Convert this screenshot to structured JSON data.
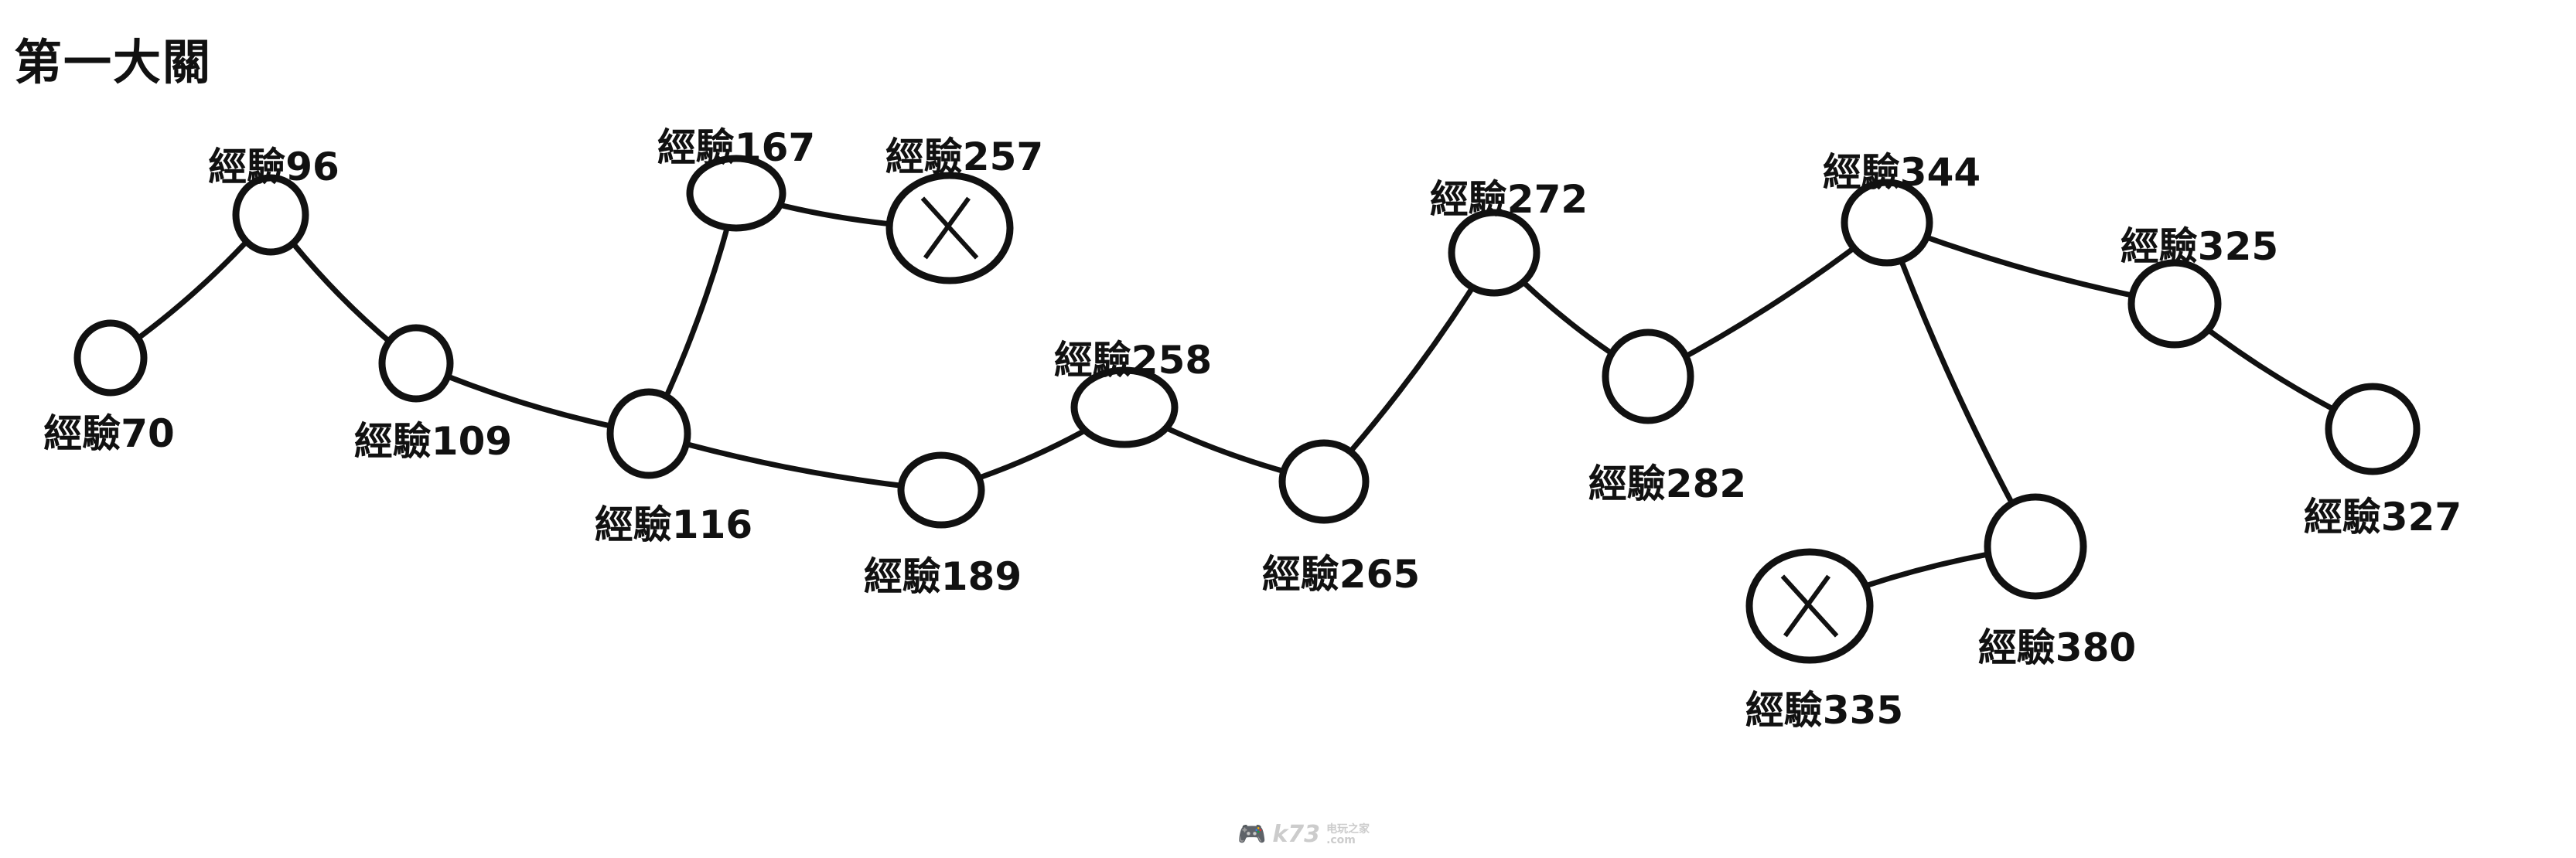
{
  "title": "第一大關",
  "nodes": [
    {
      "id": "n70",
      "label": "經驗70",
      "failed": false
    },
    {
      "id": "n96",
      "label": "經驗96",
      "failed": false
    },
    {
      "id": "n109",
      "label": "經驗109",
      "failed": false
    },
    {
      "id": "n116",
      "label": "經驗116",
      "failed": false
    },
    {
      "id": "n167",
      "label": "經驗167",
      "failed": false
    },
    {
      "id": "n257",
      "label": "經驗257",
      "failed": true
    },
    {
      "id": "n189",
      "label": "經驗189",
      "failed": false
    },
    {
      "id": "n258",
      "label": "經驗258",
      "failed": false
    },
    {
      "id": "n265",
      "label": "經驗265",
      "failed": false
    },
    {
      "id": "n272",
      "label": "經驗272",
      "failed": false
    },
    {
      "id": "n282",
      "label": "經驗282",
      "failed": false
    },
    {
      "id": "n344",
      "label": "經驗344",
      "failed": false
    },
    {
      "id": "n325",
      "label": "經驗325",
      "failed": false
    },
    {
      "id": "n327",
      "label": "經驗327",
      "failed": false
    },
    {
      "id": "n380",
      "label": "經驗380",
      "failed": false
    },
    {
      "id": "n335",
      "label": "經驗335",
      "failed": true
    }
  ],
  "edges": [
    [
      "n70",
      "n96"
    ],
    [
      "n96",
      "n109"
    ],
    [
      "n109",
      "n116"
    ],
    [
      "n116",
      "n167"
    ],
    [
      "n167",
      "n257"
    ],
    [
      "n116",
      "n189"
    ],
    [
      "n189",
      "n258"
    ],
    [
      "n258",
      "n265"
    ],
    [
      "n265",
      "n272"
    ],
    [
      "n272",
      "n282"
    ],
    [
      "n282",
      "n344"
    ],
    [
      "n344",
      "n325"
    ],
    [
      "n325",
      "n327"
    ],
    [
      "n344",
      "n380"
    ],
    [
      "n380",
      "n335"
    ]
  ],
  "watermark": {
    "brand": "k73",
    "sub": "电玩之家",
    "domain": ".com"
  }
}
